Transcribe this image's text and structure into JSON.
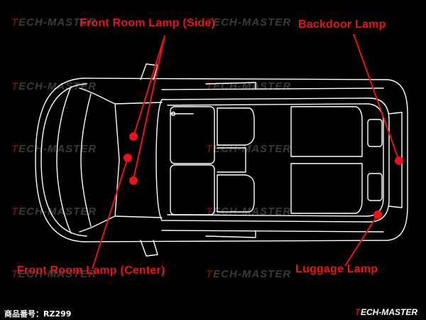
{
  "callouts": {
    "front_room_side": "Front Room Lamp (Side)",
    "backdoor": "Backdoor Lamp",
    "front_room_center": "Front Room Lamp (Center)",
    "luggage": "Luggage Lamp"
  },
  "footer": {
    "product_code": "商品番号：RZ299"
  },
  "watermark": {
    "text": "ECH-MASTER",
    "initial": "T"
  },
  "colors": {
    "background": "#000000",
    "outline": "#ffffff",
    "accent": "#e8141a"
  }
}
